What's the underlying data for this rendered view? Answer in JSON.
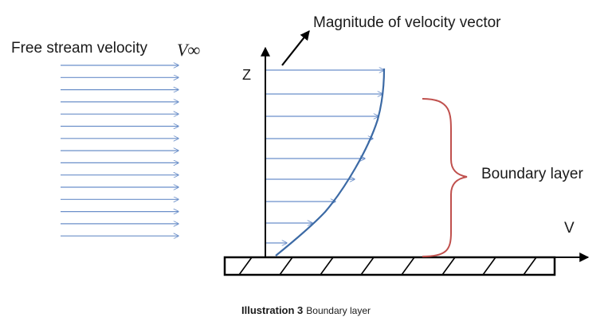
{
  "labels": {
    "free_stream": "Free stream velocity",
    "v_infinity": "V∞",
    "magnitude": "Magnitude of velocity vector",
    "z_axis": "Z",
    "v_axis": "V",
    "boundary_layer": "Boundary layer"
  },
  "caption": {
    "number": "Illustration 3",
    "text": "Boundary layer"
  },
  "colors": {
    "arrow_blue": "#6b8fc9",
    "profile_curve": "#3c6aa5",
    "brace_red": "#c0504d",
    "black": "#000000"
  }
}
